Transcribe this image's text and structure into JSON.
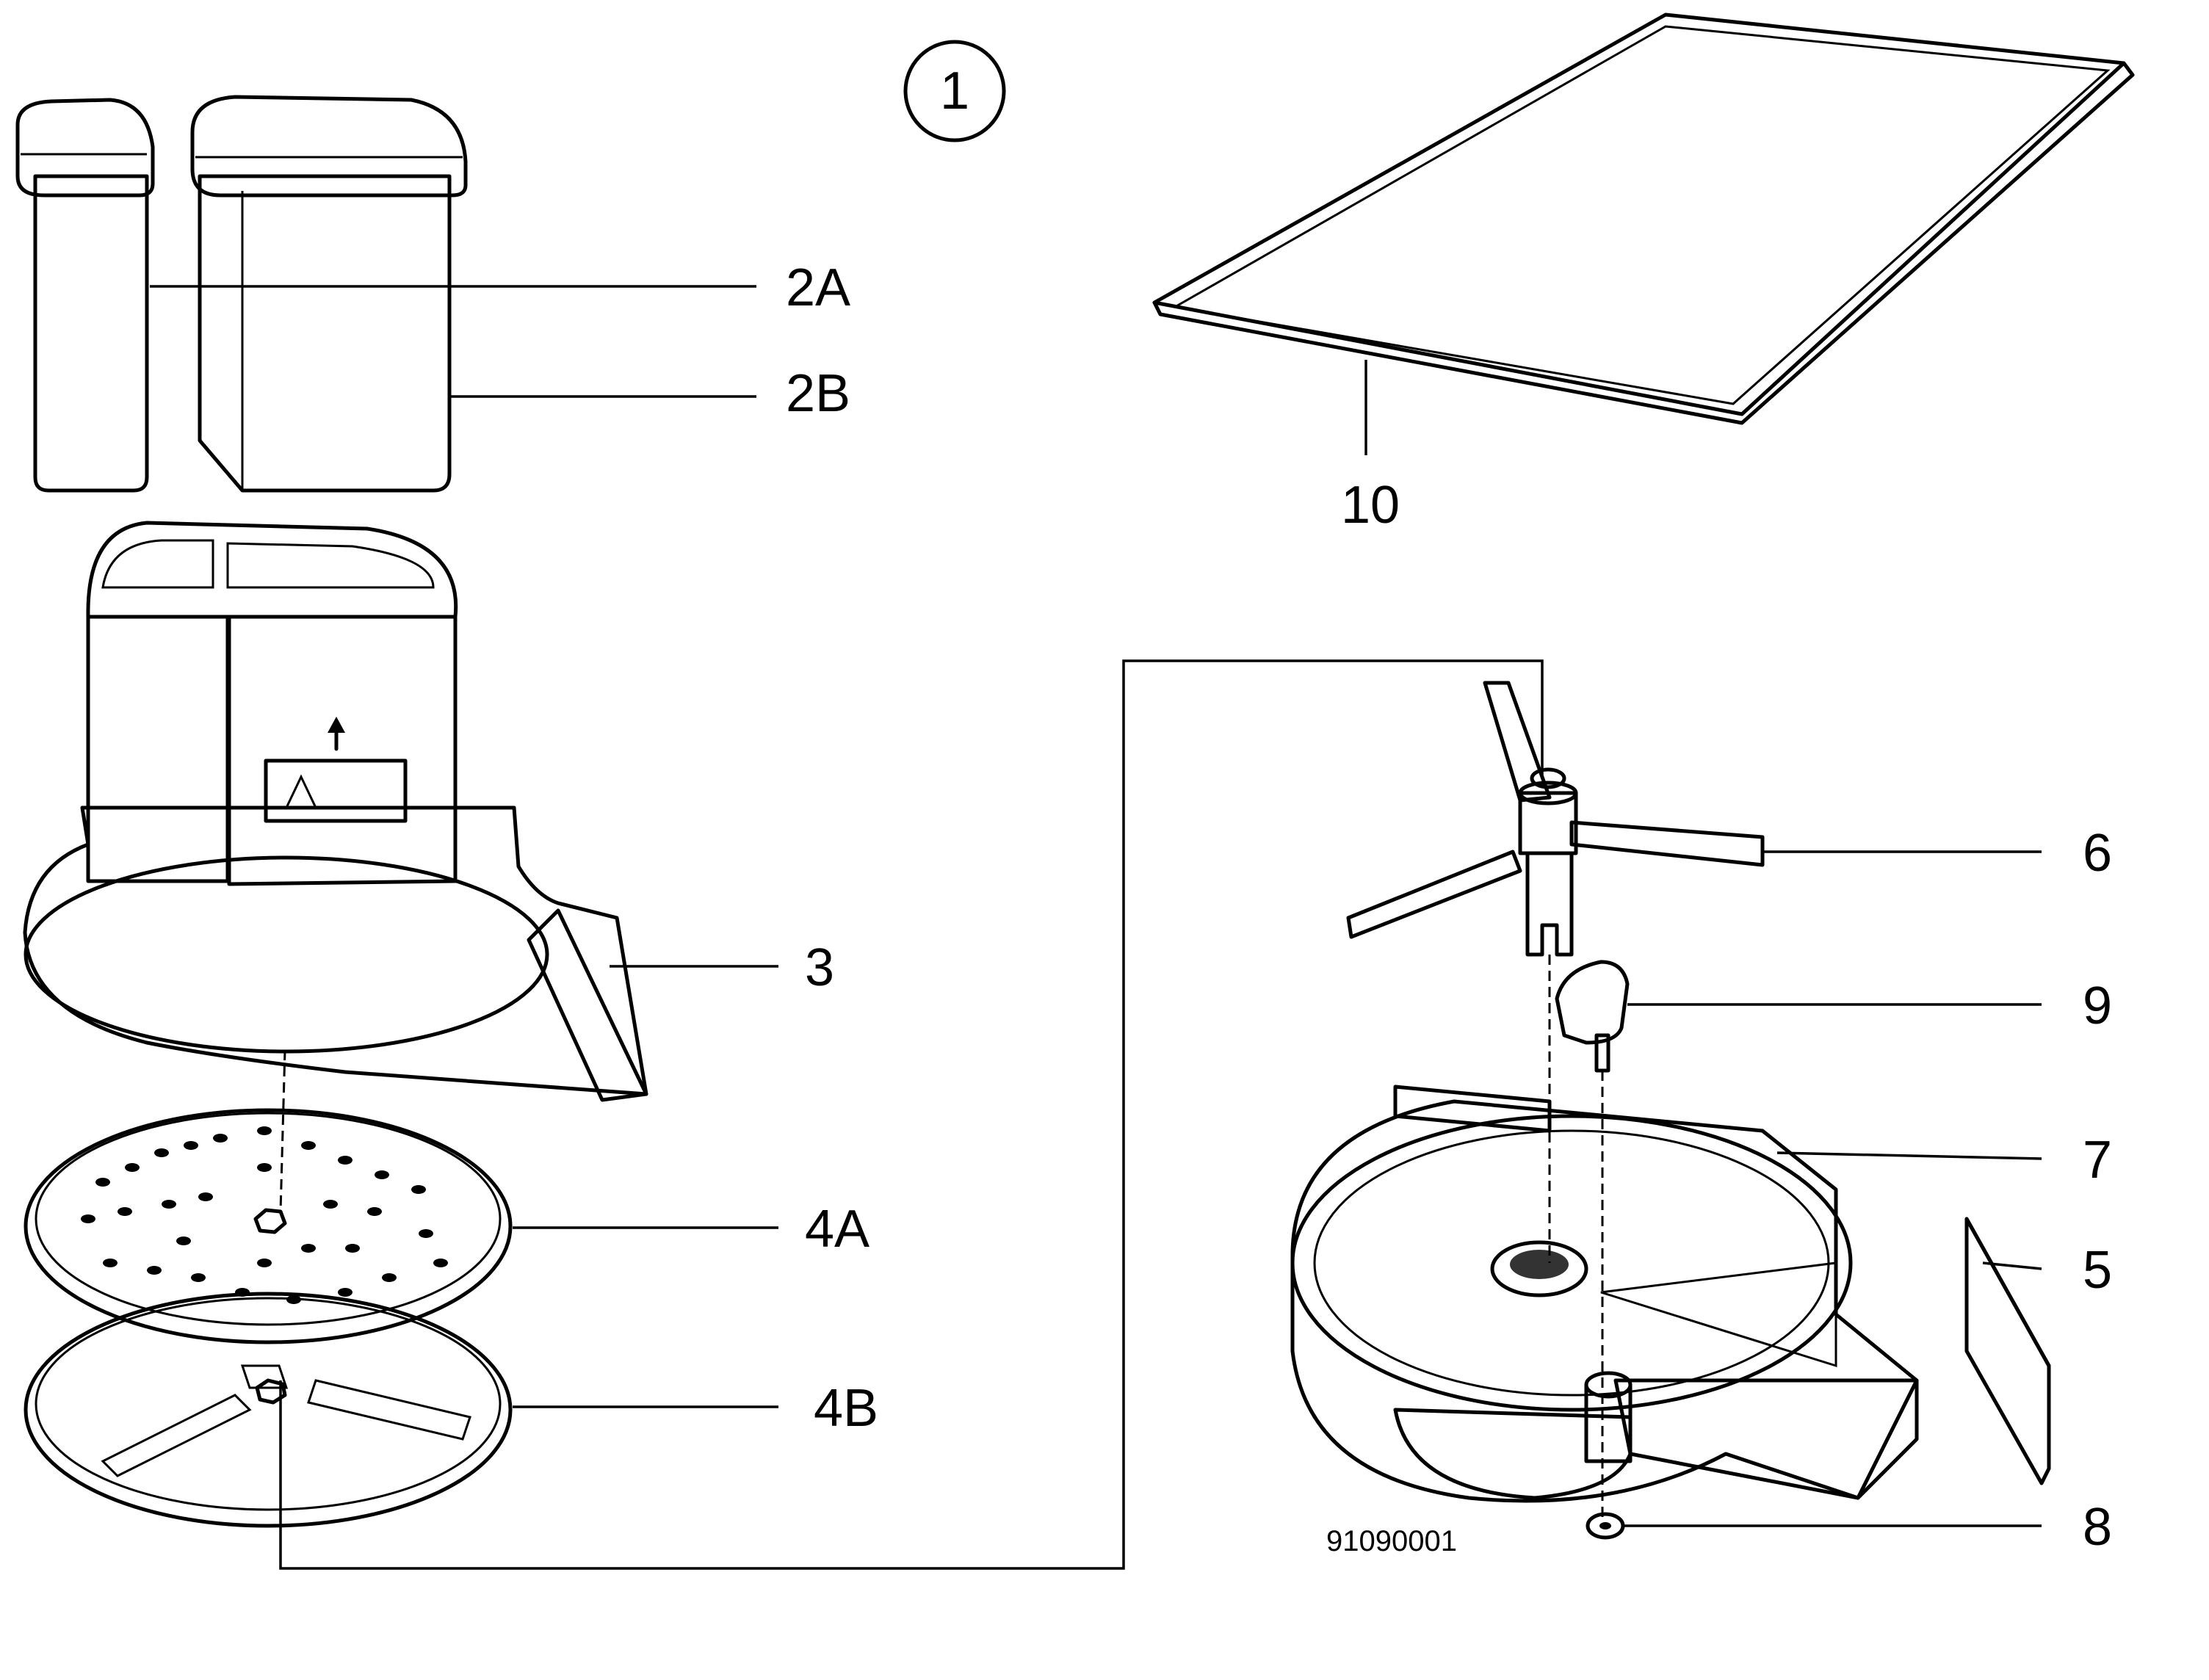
{
  "figure": {
    "number": "1",
    "code": "91090001"
  },
  "callouts": [
    "2A",
    "2B",
    "10",
    "3",
    "6",
    "9",
    "7",
    "5",
    "4A",
    "4B",
    "8"
  ]
}
